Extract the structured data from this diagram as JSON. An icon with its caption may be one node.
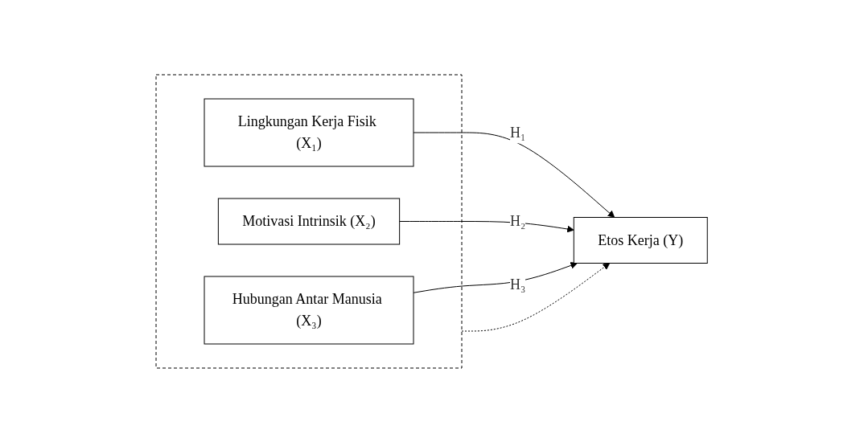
{
  "diagram": {
    "nodes": [
      {
        "text": [],
        "shape": "box"
      },
      {
        "text": [
          "Lingkungan Kerja Fisik (X₁)"
        ],
        "in": 0
      },
      {
        "text": [
          "Motivasi Intrinsik (X₂)"
        ],
        "in": 0
      },
      {
        "text": [
          "Hubungan Antar Manusia (X₃)"
        ],
        "in": 0
      },
      {
        "text": [
          "Etos Kerja (Y)"
        ]
      }
    ],
    "edges": [
      {
        "from": 1,
        "to": 4,
        "arrow": "to",
        "label": "H₁"
      },
      {
        "from": 2,
        "to": 4,
        "arrow": "to",
        "label": "H₂"
      },
      {
        "from": 3,
        "to": 4,
        "arrow": "to",
        "label": "H₃"
      },
      {
        "from": 0,
        "to": 4,
        "arrow": "to",
        "style": "dashed"
      }
    ]
  }
}
